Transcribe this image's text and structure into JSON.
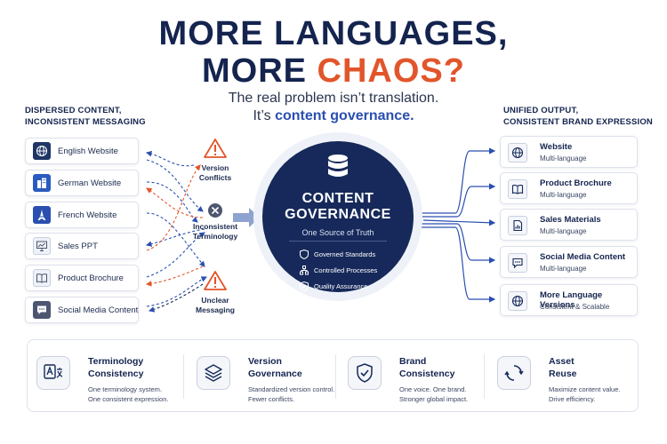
{
  "header": {
    "title_line1": "MORE LANGUAGES,",
    "title_line2_prefix": "MORE ",
    "title_line2_accent": "CHAOS?",
    "subtitle_line1": "The real problem isn’t translation.",
    "subtitle_line2_prefix": "It’s ",
    "subtitle_line2_highlight": "content governance."
  },
  "left_column": {
    "heading_line1": "DISPERSED CONTENT,",
    "heading_line2": "INCONSISTENT MESSAGING",
    "sources": [
      {
        "label": "English Website",
        "icon": "globe-icon"
      },
      {
        "label": "German Website",
        "icon": "building-icon"
      },
      {
        "label": "French Website",
        "icon": "eiffel-tower-icon"
      },
      {
        "label": "Sales PPT",
        "icon": "presentation-icon"
      },
      {
        "label": "Product Brochure",
        "icon": "book-icon"
      },
      {
        "label": "Social Media Content",
        "icon": "chat-icon"
      }
    ]
  },
  "issues": {
    "version_line1": "Version",
    "version_line2": "Conflicts",
    "terminology_line1": "Inconsistent",
    "terminology_line2": "Terminology",
    "messaging_line1": "Unclear",
    "messaging_line2": "Messaging",
    "warning_color": "#e2552a"
  },
  "hub": {
    "title_line1": "CONTENT",
    "title_line2": "GOVERNANCE",
    "tagline": "One Source of Truth",
    "features": [
      "Governed Standards",
      "Controlled Processes",
      "Quality Assurance"
    ],
    "color": "#16295a"
  },
  "right_column": {
    "heading_line1": "UNIFIED OUTPUT,",
    "heading_line2": "CONSISTENT BRAND EXPRESSION",
    "outputs": [
      {
        "title": "Website",
        "desc": "Multi-language",
        "icon": "globe-icon"
      },
      {
        "title": "Product Brochure",
        "desc": "Multi-language",
        "icon": "book-icon"
      },
      {
        "title": "Sales Materials",
        "desc": "Multi-language",
        "icon": "document-chart-icon"
      },
      {
        "title": "Social Media Content",
        "desc": "Multi-language",
        "icon": "chat-icon"
      },
      {
        "title": "More Language Versions",
        "desc": "Consistent & Scalable",
        "icon": "globe-icon"
      }
    ]
  },
  "benefits": [
    {
      "title_line1": "Terminology",
      "title_line2": "Consistency",
      "desc_line1": "One terminology system.",
      "desc_line2": "One consistent expression.",
      "icon": "translate-icon"
    },
    {
      "title_line1": "Version",
      "title_line2": "Governance",
      "desc_line1": "Standardized version control.",
      "desc_line2": "Fewer conflicts.",
      "icon": "layers-icon"
    },
    {
      "title_line1": "Brand",
      "title_line2": "Consistency",
      "desc_line1": "One voice. One brand.",
      "desc_line2": "Stronger global impact.",
      "icon": "shield-check-icon"
    },
    {
      "title_line1": "Asset",
      "title_line2": "Reuse",
      "desc_line1": "Maximize content value.",
      "desc_line2": "Drive efficiency.",
      "icon": "recycle-icon"
    }
  ]
}
